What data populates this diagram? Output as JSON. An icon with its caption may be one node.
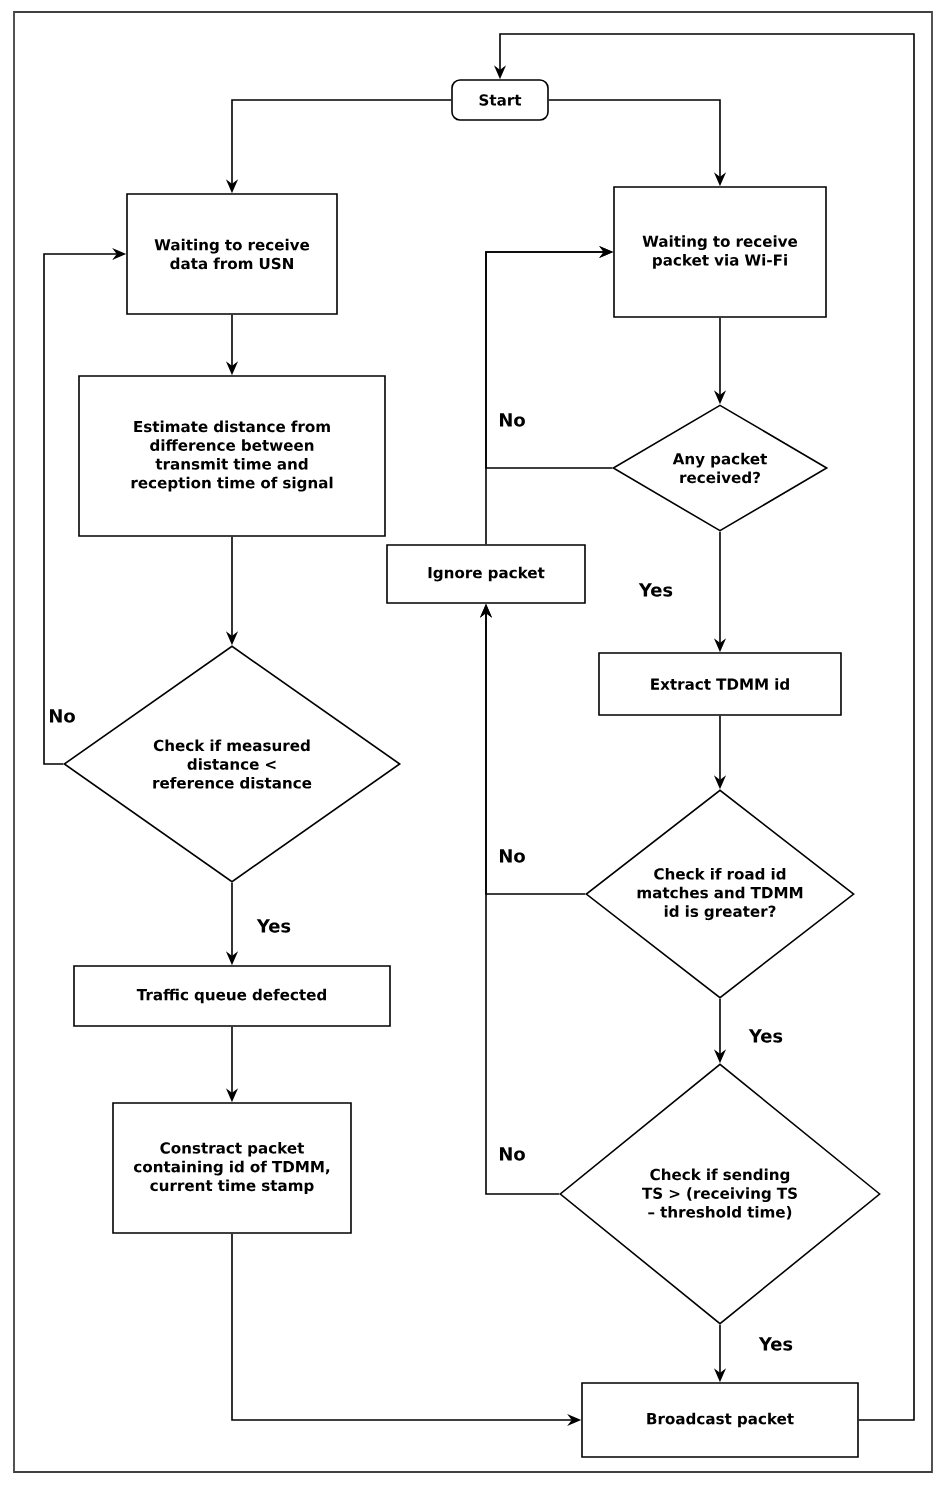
{
  "diagram": {
    "nodes": [
      {
        "text": [
          "Start"
        ]
      },
      {
        "text": [
          "Waiting to receive data from USN"
        ]
      },
      {
        "text": [
          "Estimate distance from difference between transmit time and reception time of signal"
        ]
      },
      {
        "text": [
          "Check if measured distance < reference distance"
        ]
      },
      {
        "text": [
          "Traffic queue defected"
        ]
      },
      {
        "text": [
          "Constract packet containing id of TDMM, current time stamp"
        ]
      },
      {
        "text": [
          "Waiting to receive packet via Wi-Fi"
        ]
      },
      {
        "text": [
          "Any packet received?"
        ]
      },
      {
        "text": [
          "Ignore packet"
        ]
      },
      {
        "text": [
          "Extract TDMM id"
        ]
      },
      {
        "text": [
          "Check if road id matches and TDMM id is greater?"
        ]
      },
      {
        "text": [
          "Check if sending TS > (receiving TS – threshold time)"
        ]
      },
      {
        "text": [
          "Broadcast packet"
        ]
      }
    ],
    "edges": [
      {
        "from": 0,
        "to": 1,
        "arrow": "to"
      },
      {
        "from": 0,
        "to": 6,
        "arrow": "to"
      },
      {
        "from": 1,
        "to": 2,
        "arrow": "to"
      },
      {
        "from": 2,
        "to": 3,
        "arrow": "to"
      },
      {
        "from": 3,
        "to": 4,
        "arrow": "to",
        "label": "Yes"
      },
      {
        "from": 3,
        "to": 1,
        "arrow": "to",
        "label": "No"
      },
      {
        "from": 4,
        "to": 5,
        "arrow": "to"
      },
      {
        "from": 5,
        "to": 12,
        "arrow": "to"
      },
      {
        "from": 6,
        "to": 7,
        "arrow": "to"
      },
      {
        "from": 7,
        "to": 9,
        "arrow": "to",
        "label": "Yes"
      },
      {
        "from": 7,
        "to": 6,
        "arrow": "to",
        "label": "No"
      },
      {
        "from": 8,
        "to": 6,
        "arrow": "to"
      },
      {
        "from": 9,
        "to": 10,
        "arrow": "to"
      },
      {
        "from": 10,
        "to": 11,
        "arrow": "to",
        "label": "Yes"
      },
      {
        "from": 10,
        "to": 8,
        "arrow": "to",
        "label": "No"
      },
      {
        "from": 11,
        "to": 12,
        "arrow": "to",
        "label": "Yes"
      },
      {
        "from": 11,
        "to": 8,
        "arrow": "to",
        "label": "No"
      },
      {
        "from": 12,
        "to": 0,
        "arrow": "to"
      }
    ]
  }
}
